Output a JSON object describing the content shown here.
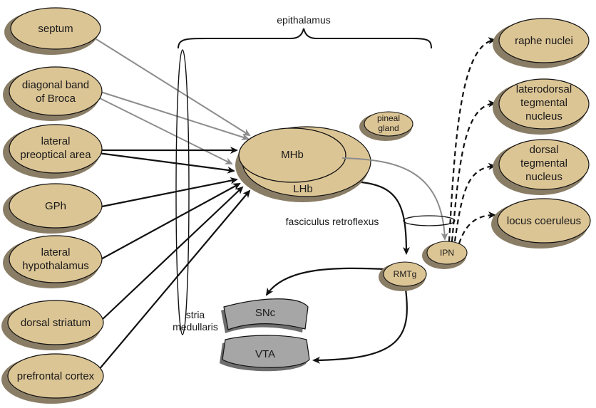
{
  "colors": {
    "node_fill": "#dcc595",
    "node_shadow": "#8a7d66",
    "gray_fill": "#a6a6a6",
    "gray_shadow": "#6e6e6e",
    "gray_arrow": "#8c8c8c",
    "black_arrow": "#111111"
  },
  "labels": {
    "epithalamus": "epithalamus",
    "septum": "septum",
    "diagonal_band": [
      "diagonal band",
      "of Broca"
    ],
    "lateral_preoptic": [
      "lateral",
      "preoptical area"
    ],
    "gph": "GPh",
    "lateral_hypothalamus": [
      "lateral",
      "hypothalamus"
    ],
    "dorsal_striatum": "dorsal striatum",
    "prefrontal_cortex": "prefrontal cortex",
    "mhb": "MHb",
    "lhb": "LHb",
    "pineal_gland": [
      "pineal",
      "gland"
    ],
    "fasciculus_retroflexus": "fasciculus retroflexus",
    "stria_medullaris": [
      "stria",
      "medullaris"
    ],
    "ipn": "IPN",
    "rmtg": "RMTg",
    "snc": "SNc",
    "vta": "VTA",
    "raphe_nuclei": "raphe nuclei",
    "laterodorsal_tegmental": [
      "laterodorsal",
      "tegmental",
      "nucleus"
    ],
    "dorsal_tegmental": [
      "dorsal",
      "tegmental",
      "nucleus"
    ],
    "locus_coeruleus": "locus coeruleus"
  }
}
